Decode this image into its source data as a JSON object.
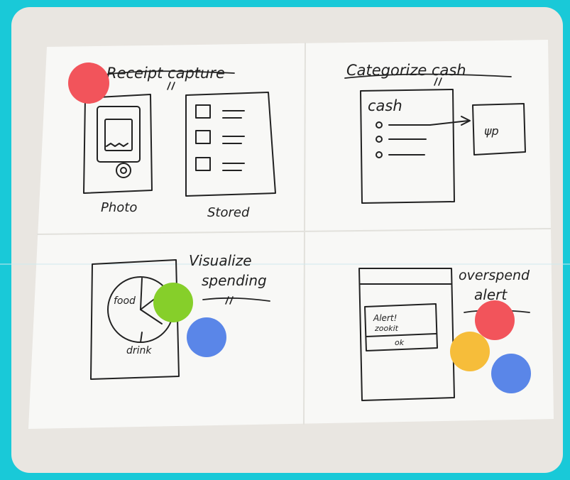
{
  "colors": {
    "frame": "#19c9d8",
    "table": "#e9e6e1",
    "paper": "#f8f8f6",
    "ink": "#222222",
    "red_dot": "#f2545b",
    "green_dot": "#86cf2a",
    "blue_dot": "#5a86e8",
    "yellow_dot": "#f6bd3a"
  },
  "panels": {
    "receipt": {
      "title": "Receipt capture",
      "label_left": "Photo",
      "label_right": "Stored"
    },
    "categorize": {
      "title": "Categorize cash",
      "list_title": "cash",
      "target": "ψp"
    },
    "visualize": {
      "title_line1": "Visualize",
      "title_line2": "spending",
      "slice_a": "food",
      "slice_b": "drink"
    },
    "overspend": {
      "title_line1": "overspend",
      "title_line2": "alert",
      "alert_line1": "Alert!",
      "alert_line2": "zookit",
      "ok": "ok"
    }
  },
  "dots": [
    {
      "name": "red-dot-receipt",
      "color": "red"
    },
    {
      "name": "green-dot-visualize",
      "color": "green"
    },
    {
      "name": "blue-dot-visualize",
      "color": "blue"
    },
    {
      "name": "red-dot-overspend",
      "color": "red"
    },
    {
      "name": "yellow-dot-overspend",
      "color": "yellow"
    },
    {
      "name": "blue-dot-overspend",
      "color": "blue"
    }
  ]
}
